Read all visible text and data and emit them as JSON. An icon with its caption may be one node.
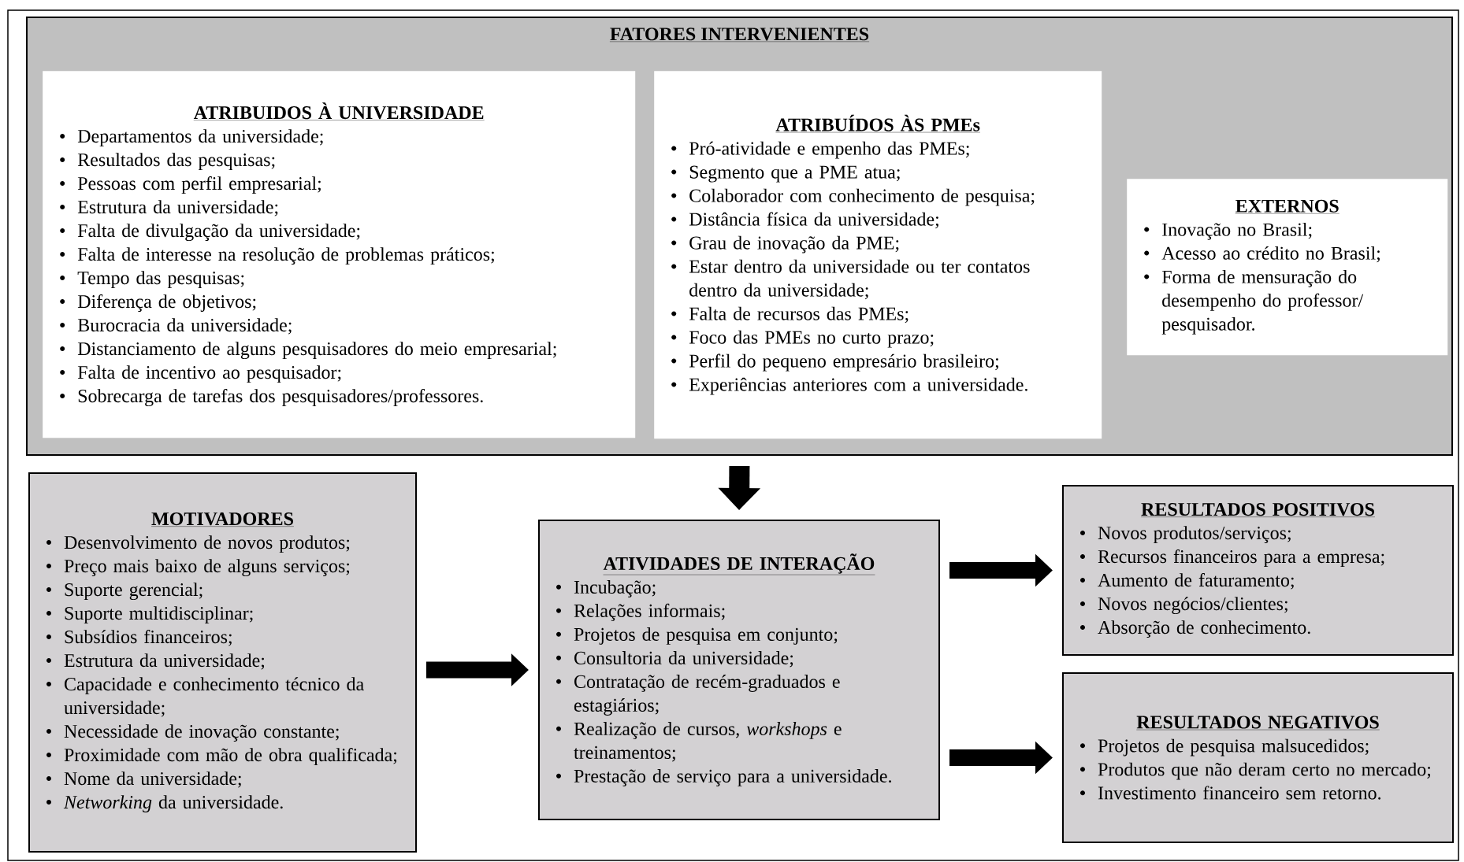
{
  "diagram": {
    "nodes": [
      {
        "text": [
          "FATORES INTERVENIENTES"
        ]
      },
      {
        "text": [
          "ATRIBUIDOS À UNIVERSIDADE",
          "Departamentos da universidade;",
          "Resultados das pesquisas;",
          "Pessoas com perfil empresarial;",
          "Estrutura da universidade;",
          "Falta de divulgação da universidade;",
          "Falta de interesse na resolução de problemas práticos;",
          "Tempo das pesquisas;",
          "Diferença de objetivos;",
          "Burocracia da universidade;",
          "Distanciamento de alguns pesquisadores do meio empresarial;",
          "Falta de incentivo ao pesquisador;",
          "Sobrecarga de tarefas dos pesquisadores/professores."
        ],
        "in": 0
      },
      {
        "text": [
          "ATRIBUÍDOS ÀS PMEs",
          "Pró-atividade e empenho das PMEs;",
          "Segmento que a PME atua;",
          "Colaborador com conhecimento de pesquisa;",
          "Distância física da universidade;",
          "Grau de inovação da PME;",
          "Estar dentro da universidade ou ter contatos dentro da universidade;",
          "Falta de recursos das PMEs;",
          "Foco das PMEs no curto prazo;",
          "Perfil do pequeno empresário brasileiro;",
          "Experiências anteriores com a universidade."
        ],
        "in": 0
      },
      {
        "text": [
          "EXTERNOS",
          "Inovação no Brasil;",
          "Acesso ao crédito no Brasil;",
          "Forma de mensuração do desempenho do professor/ pesquisador."
        ],
        "in": 0
      },
      {
        "text": [
          "MOTIVADORES",
          "Desenvolvimento de novos produtos;",
          "Preço mais baixo de alguns serviços;",
          "Suporte gerencial;",
          "Suporte multidisciplinar;",
          "Subsídios financeiros;",
          "Estrutura da universidade;",
          "Capacidade e conhecimento técnico da universidade;",
          "Necessidade de inovação constante;",
          "Proximidade com mão de obra qualificada;",
          "Nome da universidade;",
          "*Networking* da universidade."
        ]
      },
      {
        "text": [
          "ATIVIDADES DE INTERAÇÃO",
          "Incubação;",
          "Relações informais;",
          "Projetos de pesquisa em conjunto;",
          "Consultoria da universidade;",
          "Contratação de recém-graduados e estagiários;",
          "Realização de cursos, *workshops* e treinamentos;",
          "Prestação de serviço para a universidade."
        ]
      },
      {
        "text": [
          "RESULTADOS POSITIVOS",
          "Novos produtos/serviços;",
          "Recursos financeiros para a empresa;",
          "Aumento de faturamento;",
          "Novos negócios/clientes;",
          "Absorção de conhecimento."
        ]
      },
      {
        "text": [
          "RESULTADOS NEGATIVOS",
          "Projetos de pesquisa malsucedidos;",
          "Produtos que não deram certo no mercado;",
          "Investimento financeiro sem retorno."
        ]
      }
    ],
    "edges": [
      {
        "from": 0,
        "to": 5,
        "arrow": "to"
      },
      {
        "from": 4,
        "to": 5,
        "arrow": "to"
      },
      {
        "from": 5,
        "to": 6,
        "arrow": "to"
      },
      {
        "from": 5,
        "to": 7,
        "arrow": "to"
      }
    ]
  }
}
